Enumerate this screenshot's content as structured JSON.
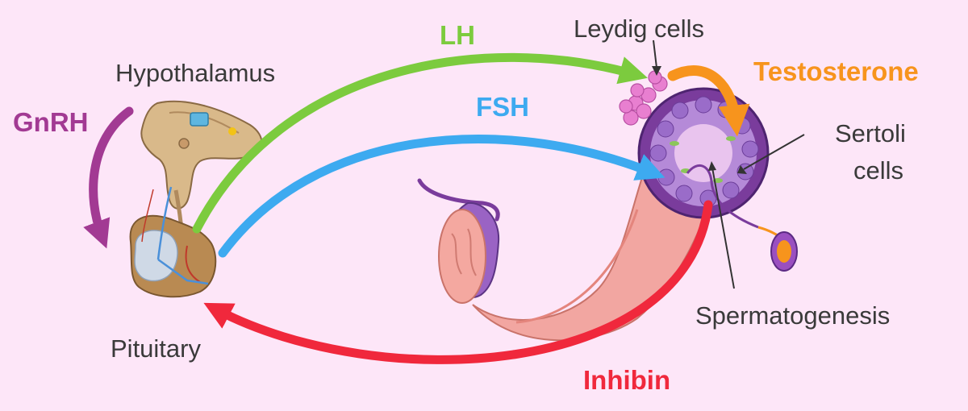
{
  "labels": {
    "hypothalamus": "Hypothalamus",
    "pituitary": "Pituitary",
    "leydig_cells": "Leydig cells",
    "sertoli_line1": "Sertoli",
    "sertoli_line2": "cells",
    "spermatogenesis": "Spermatogenesis"
  },
  "hormones": {
    "gnrh": "GnRH",
    "lh": "LH",
    "fsh": "FSH",
    "testosterone": "Testosterone",
    "inhibin": "Inhibin"
  },
  "colors": {
    "background": "#fde6f8",
    "gnrh": "#a23a93",
    "lh": "#7ccb3e",
    "fsh": "#3daaf0",
    "testosterone": "#f7941d",
    "inhibin": "#f0283c"
  }
}
